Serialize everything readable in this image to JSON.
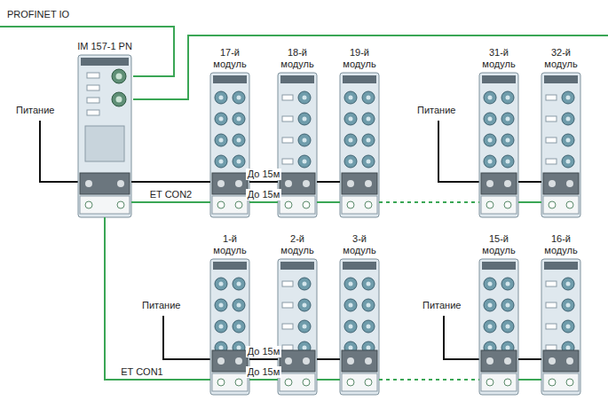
{
  "diagram": {
    "nodes": [
      {
        "text": [
          "IM 157-1 PN"
        ]
      },
      {
        "text": [
          "17-й модуль"
        ]
      },
      {
        "text": [
          "18-й модуль"
        ]
      },
      {
        "text": [
          "19-й модуль"
        ]
      },
      {
        "text": [
          "31-й модуль"
        ]
      },
      {
        "text": [
          "32-й модуль"
        ]
      },
      {
        "text": [
          "1-й модуль"
        ]
      },
      {
        "text": [
          "2-й модуль"
        ]
      },
      {
        "text": [
          "3-й модуль"
        ]
      },
      {
        "text": [
          "15-й модуль"
        ]
      },
      {
        "text": [
          "16-й модуль"
        ]
      }
    ],
    "edges": [
      {
        "from": 0,
        "to": 1,
        "arrow": "none",
        "label": "ET CON2"
      },
      {
        "from": 1,
        "to": 2,
        "arrow": "none",
        "label": "До 15м"
      },
      {
        "from": 2,
        "to": 3,
        "arrow": "none"
      },
      {
        "from": 3,
        "to": 4,
        "arrow": "none"
      },
      {
        "from": 4,
        "to": 5,
        "arrow": "none"
      },
      {
        "from": 0,
        "to": 1,
        "arrow": "none"
      },
      {
        "from": 1,
        "to": 2,
        "arrow": "none",
        "label": "До 15м"
      },
      {
        "from": 2,
        "to": 3,
        "arrow": "none"
      },
      {
        "from": 4,
        "to": 5,
        "arrow": "none"
      },
      {
        "from": 0,
        "to": 6,
        "arrow": "none",
        "label": "ET CON1"
      },
      {
        "from": 6,
        "to": 7,
        "arrow": "none",
        "label": "До 15м"
      },
      {
        "from": 7,
        "to": 8,
        "arrow": "none"
      },
      {
        "from": 8,
        "to": 9,
        "arrow": "none"
      },
      {
        "from": 9,
        "to": 10,
        "arrow": "none"
      },
      {
        "from": 6,
        "to": 7,
        "arrow": "none",
        "label": "До 15м"
      },
      {
        "from": 7,
        "to": 8,
        "arrow": "none"
      },
      {
        "from": 9,
        "to": 10,
        "arrow": "none"
      }
    ],
    "labels": [
      "PROFINET IO",
      "Питание",
      "Питание",
      "Питание",
      "Питание"
    ]
  }
}
